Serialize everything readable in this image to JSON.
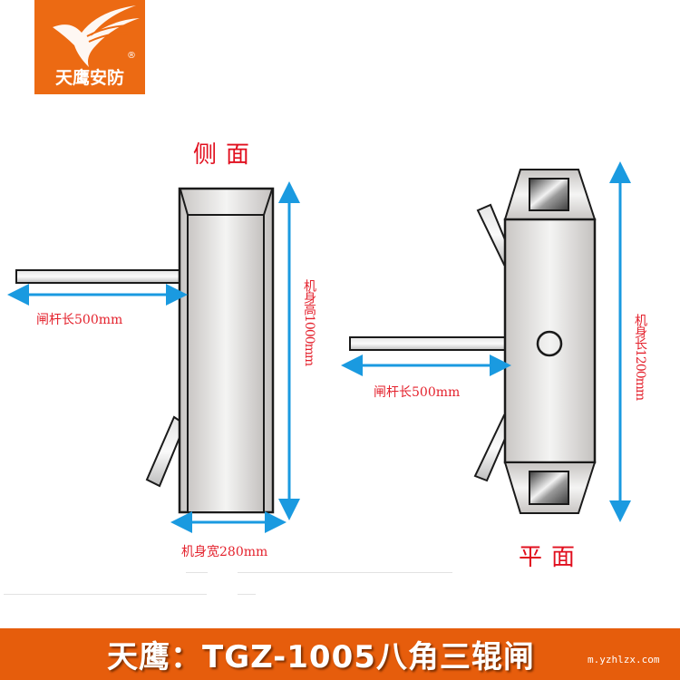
{
  "brand": {
    "name": "天鹰安防",
    "registered_mark": "®",
    "logo_icon": "eagle-wing-logo",
    "color": "#ec6a13"
  },
  "side_view": {
    "title": "侧面",
    "arm_length_label": "闸杆长500mm",
    "height_label_cn": "机身高",
    "height_label_num": "1000mm",
    "width_label": "机身宽280mm"
  },
  "plan_view": {
    "title": "平面",
    "arm_length_label": "闸杆长500mm",
    "length_label_cn": "机身长",
    "length_label_num": "1200mm"
  },
  "banner": {
    "title": "天鹰：TGZ-1005八角三辊闸",
    "url": "m.yzhlzx.com",
    "color": "#e65d0c"
  },
  "colors": {
    "dimension_arrow": "#1a9ae0",
    "label_red": "#e10f1e",
    "outline": "#1a1a1a"
  }
}
